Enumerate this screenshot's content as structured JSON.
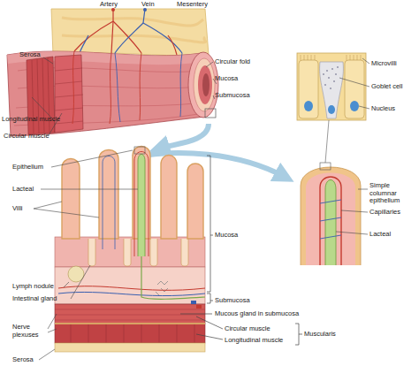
{
  "diagram": {
    "labels": [
      "Artery",
      "Vein",
      "Mesentery",
      "Serosa",
      "Circular fold",
      "Mucosa",
      "Submucosa",
      "Longitudinal muscle",
      "Circular muscle",
      "Microvilli",
      "Goblet cell",
      "Nucleus",
      "Epithelium",
      "Lacteal",
      "Villi",
      "Mucosa",
      "Lymph nodule",
      "Intestinal gland",
      "Submucosa",
      "Mucous gland in submucosa",
      "Circular muscle",
      "Longitudinal muscle",
      "Muscularis",
      "Nerve plexuses",
      "Serosa",
      "Simple columnar epithelium",
      "Capillaries",
      "Lacteal"
    ]
  }
}
